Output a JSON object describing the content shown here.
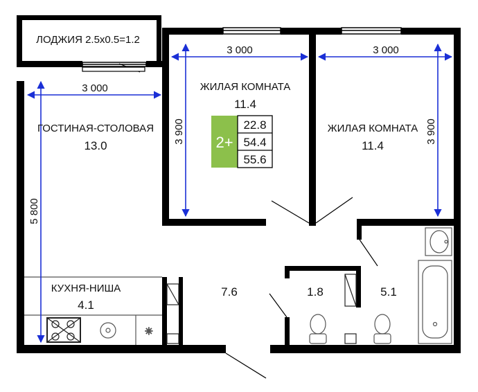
{
  "rooms": {
    "loggia": {
      "name": "ЛОДЖИЯ 2.5х0.5=1.2"
    },
    "living_dining": {
      "name": "ГОСТИНАЯ-СТОЛОВАЯ",
      "area": "13.0"
    },
    "bedroom_center": {
      "name": "ЖИЛАЯ КОМНАТА",
      "area": "11.4"
    },
    "bedroom_right": {
      "name": "ЖИЛАЯ КОМНАТА",
      "area": "11.4"
    },
    "kitchen": {
      "name": "КУХНЯ-НИША",
      "area": "4.1"
    },
    "hall": {
      "area": "7.6"
    },
    "wc": {
      "area": "1.8"
    },
    "bath": {
      "area": "5.1"
    }
  },
  "dimensions": {
    "living_width": "3 000",
    "bedroom_center_width": "3 000",
    "bedroom_right_width": "3 000",
    "bedroom_center_depth": "3 900",
    "bedroom_right_depth": "3 900",
    "living_depth": "5 800"
  },
  "summary": {
    "type": "2+",
    "living_area": "22.8",
    "total_area": "54.4",
    "total_with_loggia": "55.6",
    "accent_color": "#8cc04b"
  },
  "colors": {
    "wall": "#000000",
    "dimension": "#1a2fd6",
    "fixture": "#555555"
  }
}
